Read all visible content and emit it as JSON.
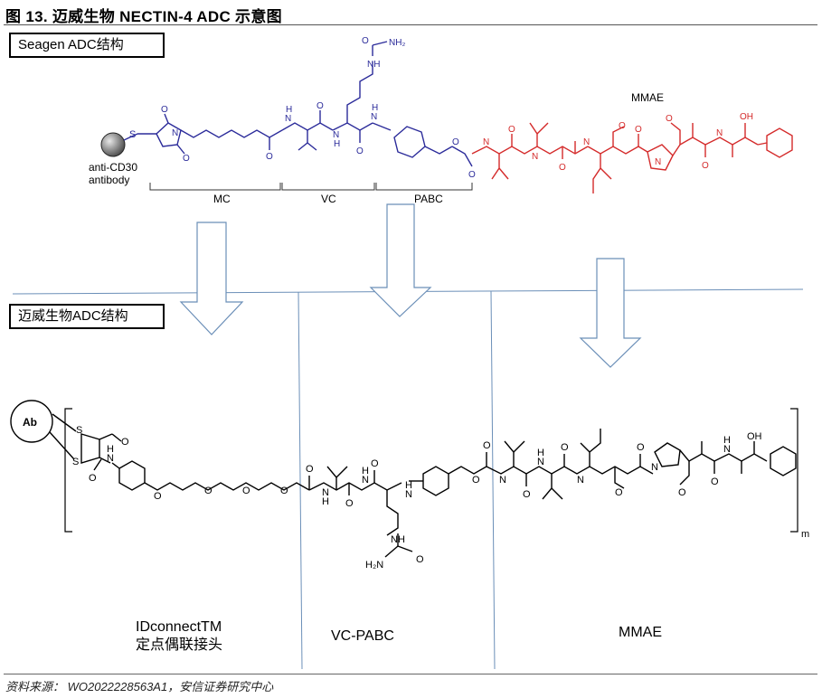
{
  "header": {
    "title": "图 13. 迈威生物 NECTIN-4 ADC 示意图"
  },
  "labels": {
    "seagen_box": "Seagen ADC结构",
    "mai_box": "迈威生物ADC结构"
  },
  "top_structure": {
    "antibody_label_1": "anti-CD30",
    "antibody_label_2": "antibody",
    "sulfur": "S",
    "mc": "MC",
    "vc": "VC",
    "pabc": "PABC",
    "mmae": "MMAE",
    "atoms": {
      "n": "N",
      "o": "O",
      "nh": "NH",
      "h": "H",
      "nh2": "NH₂",
      "oh": "OH"
    }
  },
  "bottom_structure": {
    "ab": "Ab",
    "s": "S",
    "o": "O",
    "n": "N",
    "h": "H",
    "nh": "NH",
    "h2n": "H₂N",
    "oh": "OH",
    "m": "m"
  },
  "section_labels": {
    "idconnect_1": "IDconnectTM",
    "idconnect_2": "定点偶联接头",
    "vc_pabc": "VC-PABC",
    "mmae": "MMAE"
  },
  "footer": {
    "source": "资料来源： WO2022228563A1，安信证券研究中心"
  },
  "colors": {
    "blue": "#2b2b9a",
    "red": "#d42a2a",
    "guide": "#6b8fb8"
  }
}
